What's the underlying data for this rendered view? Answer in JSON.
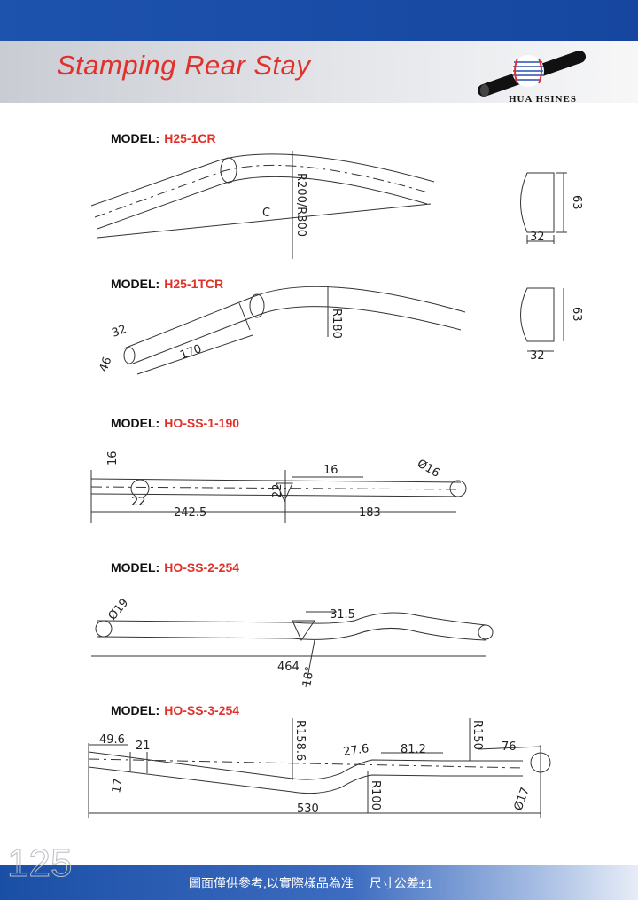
{
  "header": {
    "title": "Stamping Rear Stay",
    "brand": "HUA HSINES"
  },
  "models": [
    {
      "key": "MODEL:",
      "value": "H25-1CR",
      "dims": {
        "c": "C",
        "radius": "R200/R300",
        "height": "63",
        "width": "32"
      }
    },
    {
      "key": "MODEL:",
      "value": "H25-1TCR",
      "dims": {
        "a": "32",
        "b": "46",
        "len": "170",
        "radius": "R180",
        "height": "63",
        "width": "32"
      }
    },
    {
      "key": "MODEL:",
      "value": "HO-SS-1-190",
      "dims": {
        "d1": "16",
        "d2": "22",
        "len1": "242.5",
        "d3": "22",
        "d4": "16",
        "len2": "183",
        "dia": "Ø16"
      }
    },
    {
      "key": "MODEL:",
      "value": "HO-SS-2-254",
      "dims": {
        "dia": "Ø19",
        "d1": "31.5",
        "len": "464",
        "angle": "18°"
      }
    },
    {
      "key": "MODEL:",
      "value": "HO-SS-3-254",
      "dims": {
        "a": "49.6",
        "b": "21",
        "c": "17",
        "r1": "R158.6",
        "d": "27.6",
        "e": "81.2",
        "r2": "R150",
        "f": "76",
        "r3": "R100",
        "len": "530",
        "dia": "Ø17"
      }
    }
  ],
  "footer": {
    "page": "125",
    "note": "圖面僅供參考,以實際樣品為准　 尺寸公差±1"
  }
}
